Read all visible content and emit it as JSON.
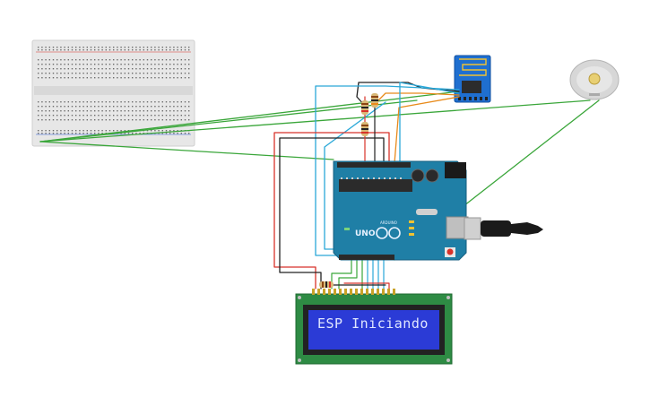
{
  "lcd": {
    "line1": "ESP Iniciando",
    "line2": ""
  },
  "arduino": {
    "model_label": "UNO",
    "brand_label": "ARDUINO"
  },
  "colors": {
    "board": "#1f7fa6",
    "breadboard": "#e6e6e6",
    "lcd_pcb": "#2e8b44",
    "lcd_screen": "#2b3bd6",
    "wire_green": "#3aa63a",
    "wire_red": "#d8322a",
    "wire_black": "#222222",
    "wire_blue": "#2aa8d8",
    "wire_orange": "#e88a1a",
    "esp_module": "#1f6fd0",
    "motor": "#d9d9d9"
  },
  "components": [
    "breadboard",
    "esp8266-module",
    "dc-motor",
    "arduino-uno",
    "lcd-16x2",
    "resistors",
    "usb-cable"
  ]
}
